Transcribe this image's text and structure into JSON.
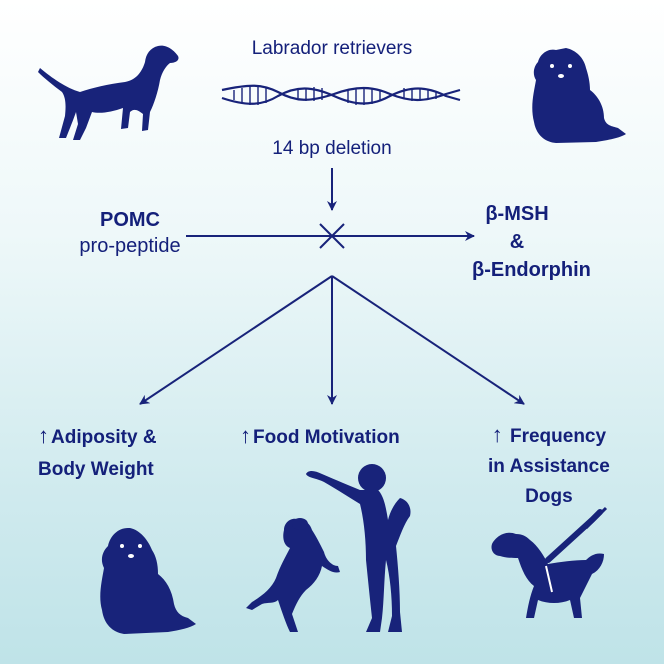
{
  "title": "Labrador retrievers",
  "mutation": "14 bp deletion",
  "precursor": {
    "name": "POMC",
    "type": "pro-peptide"
  },
  "products": {
    "first": "β-MSH",
    "joiner": "&",
    "second": "β-Endorphin"
  },
  "outcomes": {
    "adiposity": {
      "arrow": "↑",
      "line1": "Adiposity &",
      "line2": "Body Weight"
    },
    "food": {
      "arrow": "↑",
      "line1": "Food Motivation"
    },
    "assistance": {
      "arrow": "↑",
      "line1": "Frequency",
      "line2": "in Assistance",
      "line3": "Dogs"
    }
  },
  "colors": {
    "primary": "#18237a",
    "background_top": "#ffffff",
    "background_bottom": "#bfe3e8"
  },
  "icons": [
    "standing-dog-icon",
    "dna-helix-icon",
    "sitting-obese-dog-icon",
    "cleavage-cross-icon",
    "jumping-dog-icon",
    "person-icon",
    "guide-dog-icon"
  ]
}
